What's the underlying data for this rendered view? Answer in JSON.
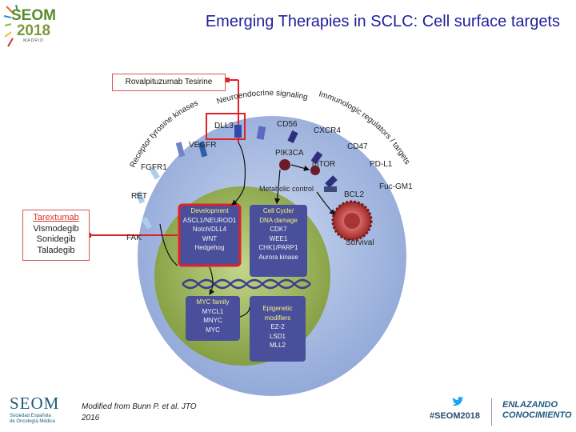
{
  "header": {
    "title": "Emerging Therapies in SCLC:  Cell surface targets",
    "logo_top": "SEOM",
    "logo_year": "2018",
    "logo_city": "MADRID"
  },
  "diagram": {
    "rova_label": "Rovalpituzumab Tesirine",
    "drug_list": [
      "Tarextumab",
      "Vismodegib",
      "Sonidegib",
      "Taladegib"
    ],
    "arc_receptor_kinases": "Receptor tyrosine kinases",
    "arc_neuroendocrine": "Neuroendocrine signaling",
    "arc_immunologic": "Immunologic regulators / targets",
    "receptors": {
      "dll3": "DLL3",
      "cd56": "CD56",
      "cxcr4": "CXCR4",
      "cd47": "CD47",
      "pdl1": "PD-L1",
      "fucgm1": "Fuc-GM1",
      "vegfr": "VEGFR",
      "fgfr1": "FGFR1",
      "ret": "RET",
      "fak": "FAK"
    },
    "cytoplasm": {
      "pik3ca": "PIK3CA",
      "mtor": "mTOR",
      "metabolic": "Metabolic control",
      "bcl2": "BCL2",
      "survival": "Survival"
    },
    "development_box": [
      "Development",
      "ASCL1/NEUROD1",
      "Notch/DLL4",
      "WNT",
      "Hedgehog"
    ],
    "cellcycle_box": [
      "Cell Cycle/",
      "DNA damage",
      "CDK7",
      "WEE1",
      "CHK1/PARP1",
      "Aurora kinase"
    ],
    "myc_box": [
      "MYC family",
      "MYCL1",
      "MNYC",
      "MYC"
    ],
    "epigenetic_box": [
      "Epigenetic",
      "modifiers",
      "EZ-2",
      "LSD1",
      "MLL2"
    ]
  },
  "footer": {
    "credit_line1": "Modified from Bunn P. et al. JTO",
    "credit_line2": "2016",
    "seom": "SEOM",
    "seom_sub1": "Sociedad Española",
    "seom_sub2": "de Oncología Médica",
    "hashtag": "#SEOM2018",
    "enl1": "ENLAZANDO",
    "enl2": "CONOCIMIENTO"
  },
  "colors": {
    "title": "#1f1f9a",
    "cell_outer": "#9fb3dd",
    "nucleus": "#8fa84a",
    "box_fill": "#4a4f9c",
    "highlight": "#e0212a"
  }
}
